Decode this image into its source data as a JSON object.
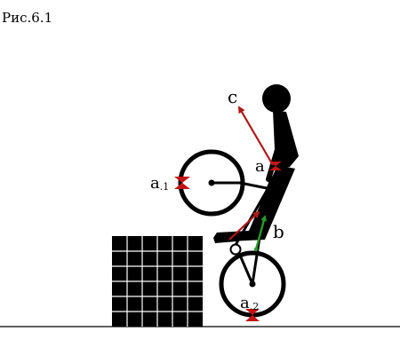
{
  "figure": {
    "title": "Рис.6.1"
  },
  "labels": {
    "vector_c": "c",
    "vector_b": "b",
    "point_a": "a",
    "point_a1_main": "a",
    "point_a1_sub": ".1",
    "point_a2_main": "a",
    "point_a2_sub": ".2"
  },
  "colors": {
    "stroke": "#000000",
    "vector_red": "#b01818",
    "vector_green": "#2a9a2a",
    "marker": "#c41414",
    "block_fill": "#000000",
    "block_grid": "#ffffff"
  },
  "icons": {
    "marker": "x-marker-icon",
    "arrow": "arrowhead-icon"
  }
}
